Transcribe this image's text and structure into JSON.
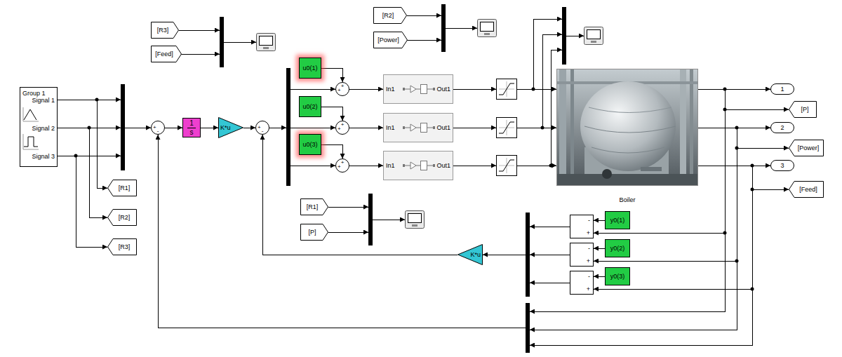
{
  "diagram": {
    "nodes": [
      {
        "text": [
          "Group 1",
          "Signal 1",
          "Signal 2",
          "Signal 3"
        ]
      },
      {
        "text": [
          "[R3]"
        ]
      },
      {
        "text": [
          "[Feed]"
        ]
      },
      {
        "text": [
          "[R2]"
        ]
      },
      {
        "text": [
          "[Power]"
        ]
      },
      {
        "text": [
          "u0(1)"
        ]
      },
      {
        "text": [
          "u0(2)"
        ]
      },
      {
        "text": [
          "u0(3)"
        ]
      },
      {
        "text": [
          "+",
          "-"
        ]
      },
      {
        "text": [
          "1",
          "s"
        ]
      },
      {
        "text": [
          "K*u"
        ]
      },
      {
        "text": [
          "+",
          "-"
        ]
      },
      {
        "text": [
          "+",
          "+"
        ]
      },
      {
        "text": [
          "+",
          "+"
        ]
      },
      {
        "text": [
          "+",
          "+"
        ]
      },
      {
        "text": [
          "In1",
          "Out1"
        ]
      },
      {
        "text": [
          "In1",
          "Out1"
        ]
      },
      {
        "text": [
          "In1",
          "Out1"
        ]
      },
      {
        "text": [
          "Boiler"
        ]
      },
      {
        "text": [
          "1"
        ]
      },
      {
        "text": [
          "[P]"
        ]
      },
      {
        "text": [
          "2"
        ]
      },
      {
        "text": [
          "[Power]"
        ]
      },
      {
        "text": [
          "3"
        ]
      },
      {
        "text": [
          "[Feed]"
        ]
      },
      {
        "text": [
          "[R1]"
        ]
      },
      {
        "text": [
          "[R2]"
        ]
      },
      {
        "text": [
          "[R3]"
        ]
      },
      {
        "text": [
          "[R1]"
        ]
      },
      {
        "text": [
          "[P]"
        ]
      },
      {
        "text": [
          "-",
          "+"
        ]
      },
      {
        "text": [
          "y0(1)"
        ]
      },
      {
        "text": [
          "-",
          "+"
        ]
      },
      {
        "text": [
          "y0(2)"
        ]
      },
      {
        "text": [
          "-",
          "+"
        ]
      },
      {
        "text": [
          "y0(3)"
        ]
      },
      {
        "text": [
          "K*u"
        ]
      }
    ],
    "edges": [
      {
        "from": 0,
        "to": 25,
        "arrow": "to"
      },
      {
        "from": 0,
        "to": 26,
        "arrow": "to"
      },
      {
        "from": 0,
        "to": 27,
        "arrow": "to"
      },
      {
        "from": 8,
        "to": 9,
        "arrow": "to"
      },
      {
        "from": 9,
        "to": 10,
        "arrow": "to"
      },
      {
        "from": 10,
        "to": 11,
        "arrow": "to"
      },
      {
        "from": 5,
        "to": 12,
        "arrow": "to"
      },
      {
        "from": 6,
        "to": 13,
        "arrow": "to"
      },
      {
        "from": 7,
        "to": 14,
        "arrow": "to"
      },
      {
        "from": 12,
        "to": 15,
        "arrow": "to"
      },
      {
        "from": 13,
        "to": 16,
        "arrow": "to"
      },
      {
        "from": 14,
        "to": 17,
        "arrow": "to"
      },
      {
        "from": 18,
        "to": 19,
        "arrow": "to"
      },
      {
        "from": 18,
        "to": 20,
        "arrow": "to"
      },
      {
        "from": 18,
        "to": 21,
        "arrow": "to"
      },
      {
        "from": 18,
        "to": 22,
        "arrow": "to"
      },
      {
        "from": 18,
        "to": 23,
        "arrow": "to"
      },
      {
        "from": 18,
        "to": 24,
        "arrow": "to"
      },
      {
        "from": 18,
        "to": 30,
        "arrow": "to"
      },
      {
        "from": 18,
        "to": 32,
        "arrow": "to"
      },
      {
        "from": 18,
        "to": 34,
        "arrow": "to"
      },
      {
        "from": 31,
        "to": 30,
        "arrow": "to"
      },
      {
        "from": 33,
        "to": 32,
        "arrow": "to"
      },
      {
        "from": 35,
        "to": 34,
        "arrow": "to"
      },
      {
        "from": 36,
        "to": 11,
        "arrow": "to"
      }
    ]
  }
}
